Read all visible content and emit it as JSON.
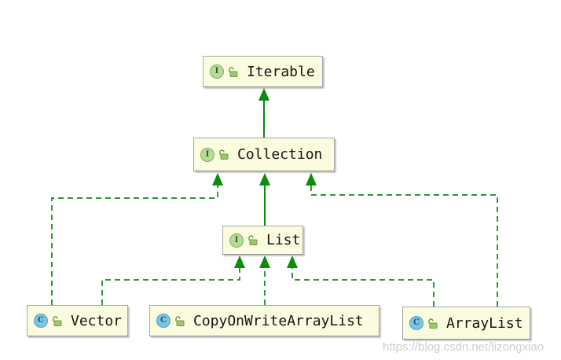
{
  "diagram": {
    "nodes": [
      {
        "id": "iterable",
        "label": "Iterable",
        "kind": "interface"
      },
      {
        "id": "collection",
        "label": "Collection",
        "kind": "interface"
      },
      {
        "id": "list",
        "label": "List",
        "kind": "interface"
      },
      {
        "id": "vector",
        "label": "Vector",
        "kind": "class"
      },
      {
        "id": "copyonwritearraylist",
        "label": "CopyOnWriteArrayList",
        "kind": "class"
      },
      {
        "id": "arraylist",
        "label": "ArrayList",
        "kind": "class"
      }
    ],
    "edges": [
      {
        "from": "collection",
        "to": "iterable",
        "style": "solid",
        "meaning": "extends"
      },
      {
        "from": "list",
        "to": "collection",
        "style": "solid",
        "meaning": "extends"
      },
      {
        "from": "vector",
        "to": "collection",
        "style": "dashed",
        "meaning": "implements"
      },
      {
        "from": "arraylist",
        "to": "collection",
        "style": "dashed",
        "meaning": "implements"
      },
      {
        "from": "vector",
        "to": "list",
        "style": "dashed",
        "meaning": "implements"
      },
      {
        "from": "copyonwritearraylist",
        "to": "list",
        "style": "dashed",
        "meaning": "implements"
      },
      {
        "from": "arraylist",
        "to": "list",
        "style": "dashed",
        "meaning": "implements"
      }
    ],
    "icons": {
      "interface_letter": "I",
      "class_letter": "C",
      "lock_state": "unlocked"
    },
    "colors": {
      "edge": "#0b8c0b",
      "node_background": "#fbfbdf",
      "node_border": "#a8a8a8",
      "interface_icon": "#b6db97",
      "class_icon": "#7cc4e2",
      "lock_icon": "#9cc76f"
    }
  },
  "watermark": {
    "text": "https://blog.csdn.net/lizongxiao"
  }
}
